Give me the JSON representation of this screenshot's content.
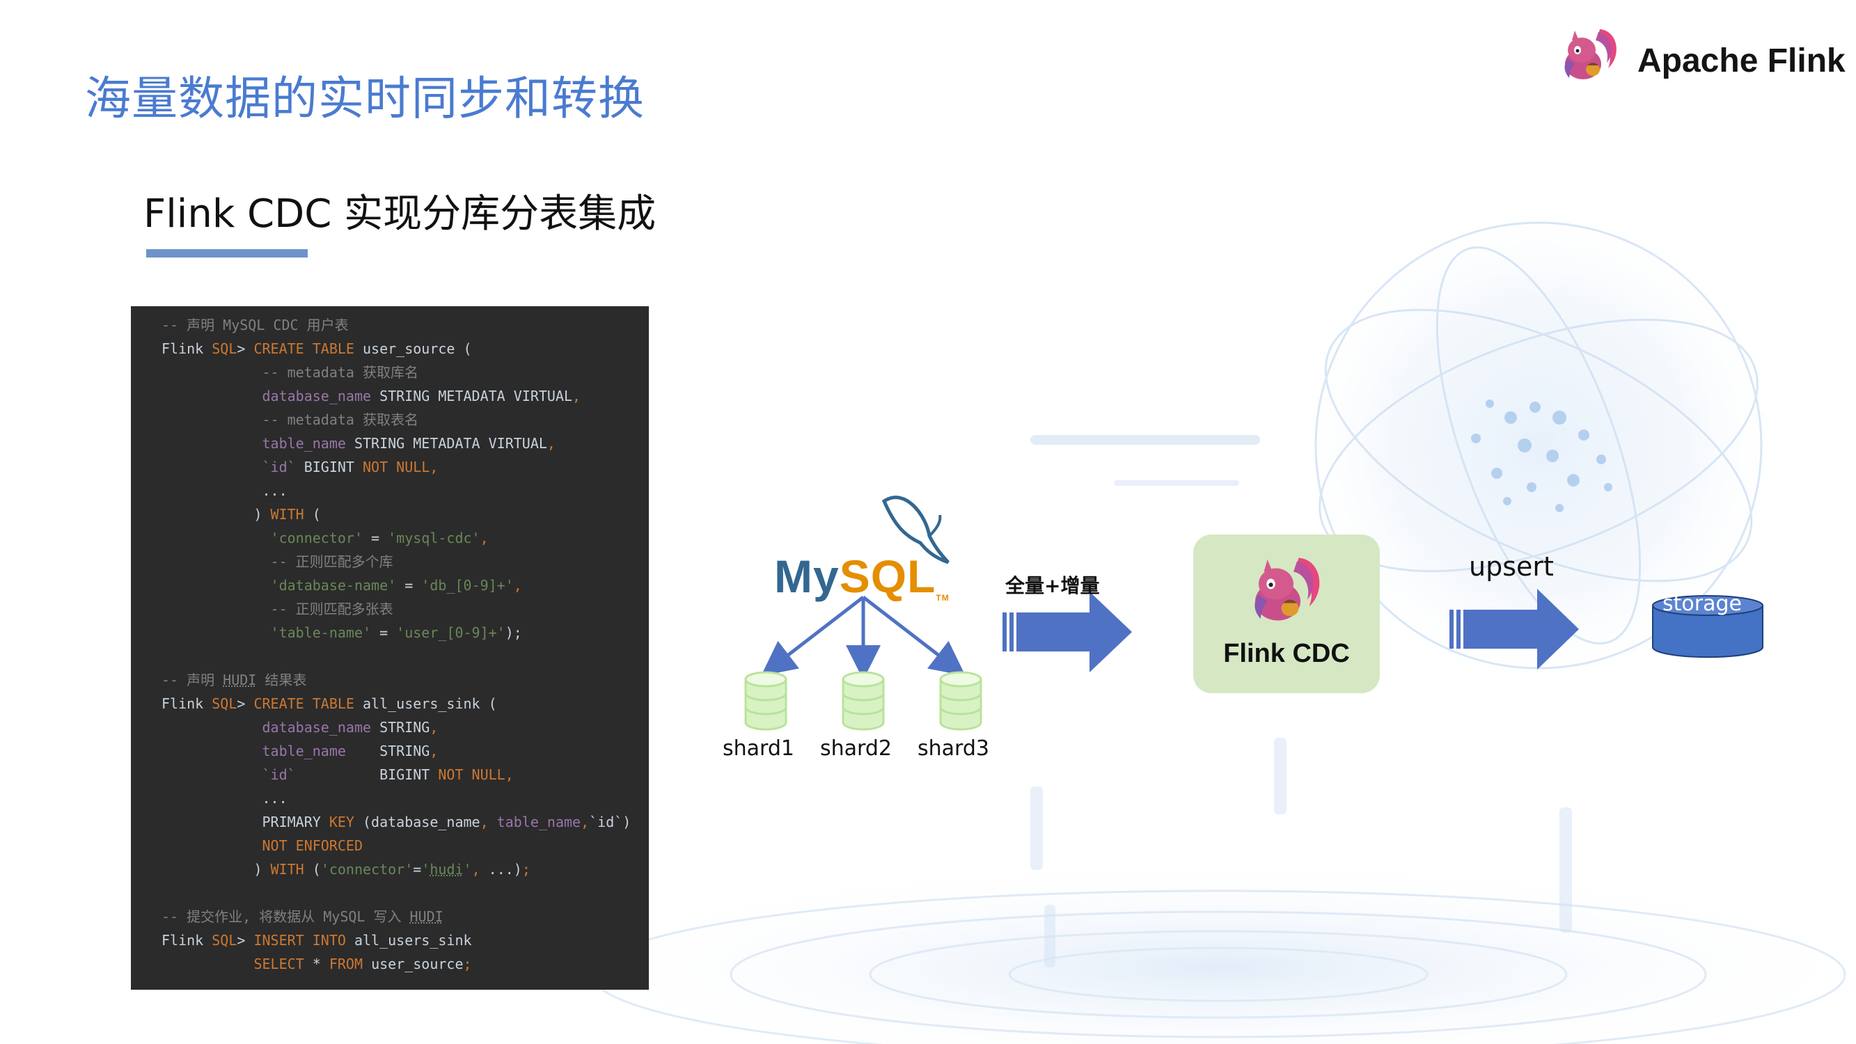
{
  "page": {
    "title": "海量数据的实时同步和转换",
    "subtitle": "Flink CDC 实现分库分表集成"
  },
  "brand": {
    "name": "Apache Flink"
  },
  "code": {
    "lines": [
      [
        [
          "c-cm",
          "-- 声明 MySQL CDC 用户表"
        ]
      ],
      [
        [
          "c-tx",
          "Flink "
        ],
        [
          "c-kw",
          "SQL"
        ],
        [
          "c-tx",
          "> "
        ],
        [
          "c-kw",
          "CREATE TABLE "
        ],
        [
          "c-tx",
          "user_source ("
        ]
      ],
      [
        [
          "c-cm",
          "            -- metadata 获取库名"
        ]
      ],
      [
        [
          "c-fd",
          "            database_name "
        ],
        [
          "c-tx",
          "STRING METADATA VIRTUAL"
        ],
        [
          "c-kw",
          ","
        ]
      ],
      [
        [
          "c-cm",
          "            -- metadata 获取表名"
        ]
      ],
      [
        [
          "c-fd",
          "            table_name "
        ],
        [
          "c-tx",
          "STRING METADATA VIRTUAL"
        ],
        [
          "c-kw",
          ","
        ]
      ],
      [
        [
          "c-fd",
          "            `id` "
        ],
        [
          "c-tx",
          "BIGINT "
        ],
        [
          "c-kw",
          "NOT NULL,"
        ]
      ],
      [
        [
          "c-tx",
          "            ..."
        ]
      ],
      [
        [
          "c-tx",
          "           ) "
        ],
        [
          "c-kw",
          "WITH "
        ],
        [
          "c-tx",
          "("
        ]
      ],
      [
        [
          "c-st",
          "             'connector'"
        ],
        [
          "c-tx",
          " = "
        ],
        [
          "c-st",
          "'mysql-cdc'"
        ],
        [
          "c-kw",
          ","
        ]
      ],
      [
        [
          "c-cm",
          "             -- 正则匹配多个库"
        ]
      ],
      [
        [
          "c-st",
          "             'database-name'"
        ],
        [
          "c-tx",
          " = "
        ],
        [
          "c-st",
          "'db_[0-9]+'"
        ],
        [
          "c-kw",
          ","
        ]
      ],
      [
        [
          "c-cm",
          "             -- 正则匹配多张表"
        ]
      ],
      [
        [
          "c-st",
          "             'table-name'"
        ],
        [
          "c-tx",
          " = "
        ],
        [
          "c-st",
          "'user_[0-9]+'"
        ],
        [
          "c-tx",
          ");"
        ]
      ],
      [
        [
          "c-tx",
          ""
        ]
      ],
      [
        [
          "c-cm",
          "-- 声明 "
        ],
        [
          "c-cm c-ul",
          "HUDI"
        ],
        [
          "c-cm",
          " 结果表"
        ]
      ],
      [
        [
          "c-tx",
          "Flink "
        ],
        [
          "c-kw",
          "SQL"
        ],
        [
          "c-tx",
          "> "
        ],
        [
          "c-kw",
          "CREATE TABLE "
        ],
        [
          "c-tx",
          "all_users_sink ("
        ]
      ],
      [
        [
          "c-fd",
          "            database_name "
        ],
        [
          "c-tx",
          "STRING"
        ],
        [
          "c-kw",
          ","
        ]
      ],
      [
        [
          "c-fd",
          "            table_name    "
        ],
        [
          "c-tx",
          "STRING"
        ],
        [
          "c-kw",
          ","
        ]
      ],
      [
        [
          "c-fd",
          "            `id`          "
        ],
        [
          "c-tx",
          "BIGINT "
        ],
        [
          "c-kw",
          "NOT NULL,"
        ]
      ],
      [
        [
          "c-tx",
          "            ..."
        ]
      ],
      [
        [
          "c-tx",
          "            PRIMARY "
        ],
        [
          "c-kw",
          "KEY "
        ],
        [
          "c-tx",
          "(database_name"
        ],
        [
          "c-kw",
          ", "
        ],
        [
          "c-fd",
          "table_name"
        ],
        [
          "c-kw",
          ","
        ],
        [
          "c-tx",
          "`id`)"
        ]
      ],
      [
        [
          "c-kw",
          "            NOT ENFORCED"
        ]
      ],
      [
        [
          "c-tx",
          "           ) "
        ],
        [
          "c-kw",
          "WITH "
        ],
        [
          "c-tx",
          "("
        ],
        [
          "c-st",
          "'connector'"
        ],
        [
          "c-tx",
          "="
        ],
        [
          "c-st",
          "'"
        ],
        [
          "c-st c-ul",
          "hudi"
        ],
        [
          "c-st",
          "'"
        ],
        [
          "c-kw",
          ", "
        ],
        [
          "c-tx",
          "...)"
        ],
        [
          "c-kw",
          ";"
        ]
      ],
      [
        [
          "c-tx",
          ""
        ]
      ],
      [
        [
          "c-cm",
          "-- 提交作业, 将数据从 MySQL 写入 "
        ],
        [
          "c-cm c-ul",
          "HUDI"
        ]
      ],
      [
        [
          "c-tx",
          "Flink "
        ],
        [
          "c-kw",
          "SQL"
        ],
        [
          "c-tx",
          "> "
        ],
        [
          "c-kw",
          "INSERT INTO "
        ],
        [
          "c-tx",
          "all_users_sink"
        ]
      ],
      [
        [
          "c-kw",
          "           SELECT "
        ],
        [
          "c-tx",
          "* "
        ],
        [
          "c-kw",
          "FROM "
        ],
        [
          "c-tx",
          "user_source"
        ],
        [
          "c-kw",
          ";"
        ]
      ]
    ]
  },
  "diagram": {
    "source": {
      "logo_text_my": "My",
      "logo_text_sql": "SQL",
      "logo_tm": "TM"
    },
    "shards": [
      {
        "label": "shard1"
      },
      {
        "label": "shard2"
      },
      {
        "label": "shard3"
      }
    ],
    "arrow1_label": "全量+增量",
    "processor_label": "Flink CDC",
    "arrow2_label": "upsert",
    "sink_label": "storage",
    "colors": {
      "arrow_blue": "#4f72c4",
      "shard_green": "#d9f2c4",
      "shard_stroke": "#b9e39b",
      "cdc_box": "#d6e7c3",
      "storage_fill": "#4472c4",
      "mysql_blue": "#336791",
      "mysql_orange": "#e48e00"
    }
  }
}
